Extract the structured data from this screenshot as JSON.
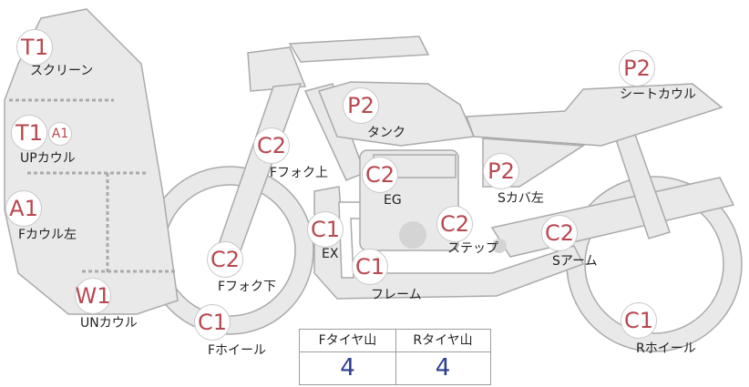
{
  "parts": [
    {
      "id": "screen",
      "grade": "T1",
      "label": "スクリーン"
    },
    {
      "id": "up-cowl",
      "grade": "T1",
      "grade2": "A1",
      "label": "UPカウル"
    },
    {
      "id": "f-cowl-left",
      "grade": "A1",
      "label": "Fカウル左"
    },
    {
      "id": "un-cowl",
      "grade": "W1",
      "label": "UNカウル"
    },
    {
      "id": "f-fork-upper",
      "grade": "C2",
      "label": "Fフォク上"
    },
    {
      "id": "f-fork-lower",
      "grade": "C2",
      "label": "Fフォク下"
    },
    {
      "id": "f-wheel",
      "grade": "C1",
      "label": "Fホイール"
    },
    {
      "id": "tank",
      "grade": "P2",
      "label": "タンク"
    },
    {
      "id": "engine",
      "grade": "C2",
      "label": "EG"
    },
    {
      "id": "exhaust",
      "grade": "C1",
      "label": "EX"
    },
    {
      "id": "frame",
      "grade": "C1",
      "label": "フレーム"
    },
    {
      "id": "step",
      "grade": "C2",
      "label": "ステップ"
    },
    {
      "id": "s-cover-left",
      "grade": "P2",
      "label": "Sカバ左"
    },
    {
      "id": "swing-arm",
      "grade": "C2",
      "label": "Sアーム"
    },
    {
      "id": "seat-cowl",
      "grade": "P2",
      "label": "シートカウル"
    },
    {
      "id": "r-wheel",
      "grade": "C1",
      "label": "Rホイール"
    }
  ],
  "tire_table": {
    "headers": [
      "Fタイヤ山",
      "Rタイヤ山"
    ],
    "values": [
      "4",
      "4"
    ]
  },
  "colors": {
    "body_fill": "#e9e9e9",
    "outline": "#aaaaaa",
    "grade_text": "#b8484f",
    "value_text": "#2e3f8f"
  }
}
